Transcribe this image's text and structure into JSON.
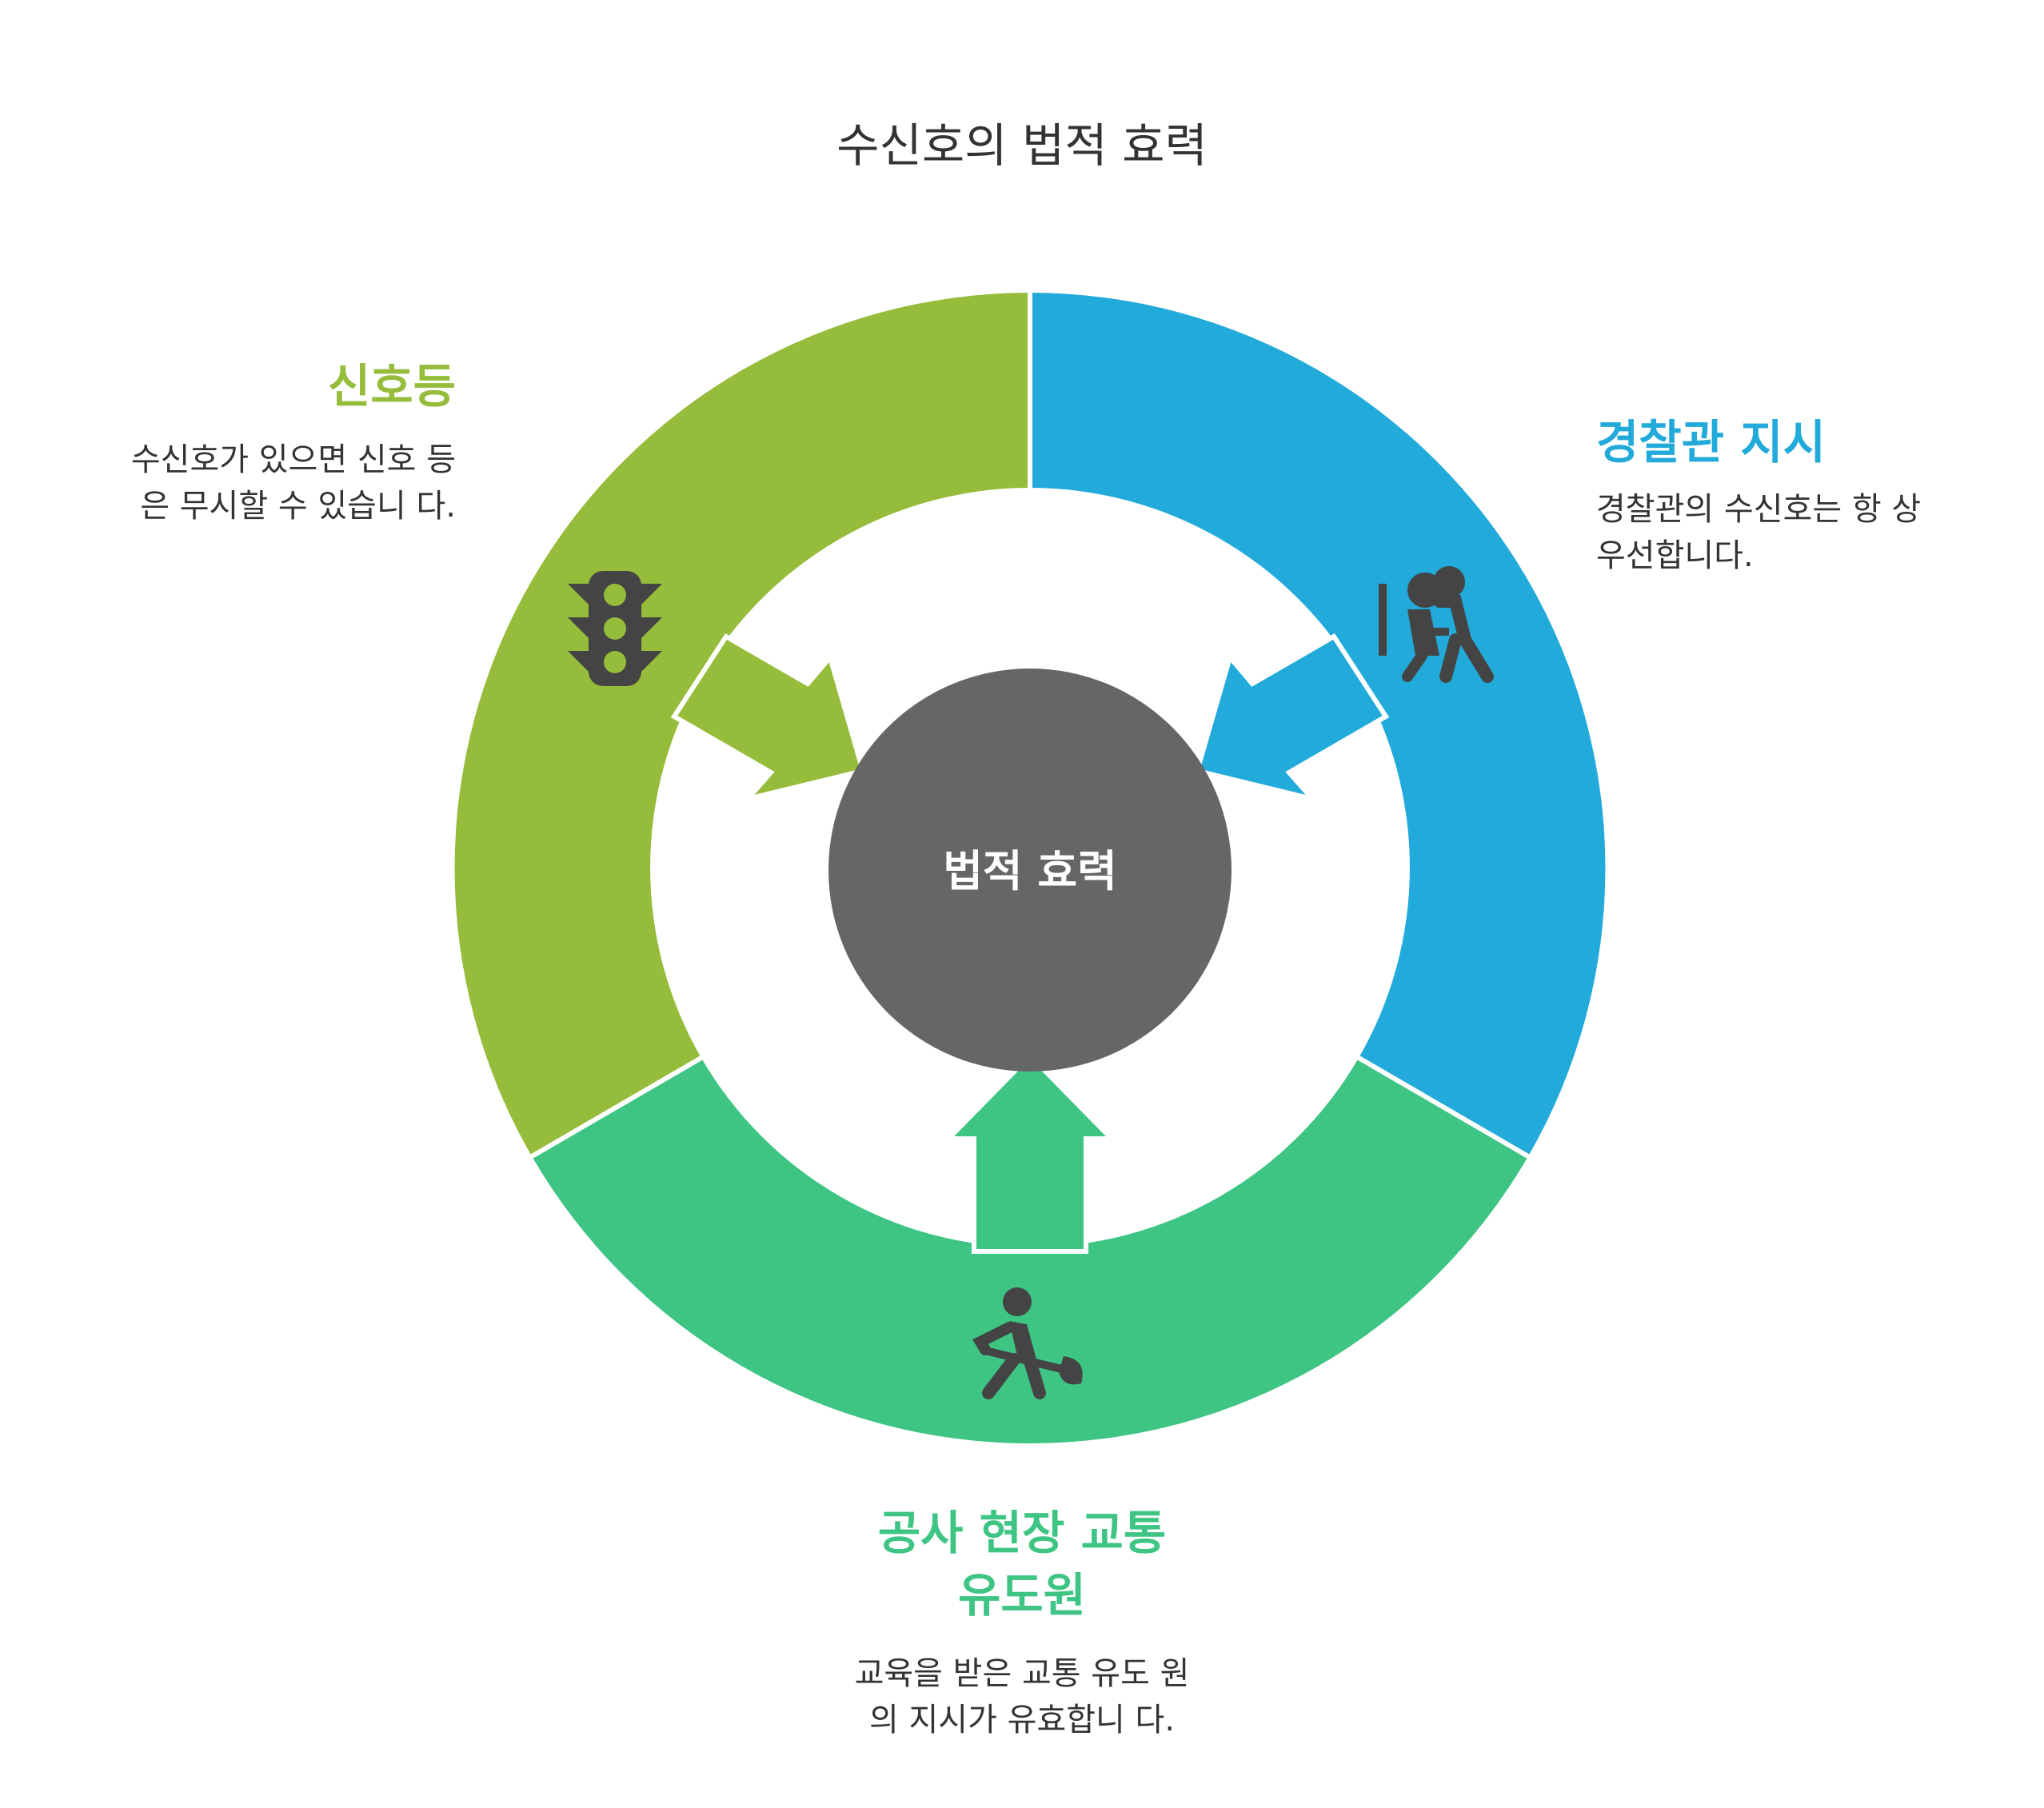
{
  "title": "수신호의 법적 효력",
  "center": {
    "label": "법적 효력"
  },
  "segments": [
    {
      "id": "traffic-light",
      "heading": "신호등",
      "description": "수신호가 있으면 신호 등은 무시할 수 있습니 다.",
      "color": "#95BC3A",
      "icon": "traffic-light-icon"
    },
    {
      "id": "police",
      "heading": "경찰관 지시",
      "description": "경찰관의 수신호는 항 상 우선합니다.",
      "color": "#22AADB",
      "icon": "police-officer-icon"
    },
    {
      "id": "construction",
      "heading": "공사 현장 교통 유도원",
      "description": "교육을 받은 교통 유도 원의 지시가 유효합니 다.",
      "color": "#3EC584",
      "icon": "construction-worker-icon"
    }
  ],
  "colors": {
    "center": "#666666",
    "icon": "#444444",
    "text": "#333333"
  }
}
